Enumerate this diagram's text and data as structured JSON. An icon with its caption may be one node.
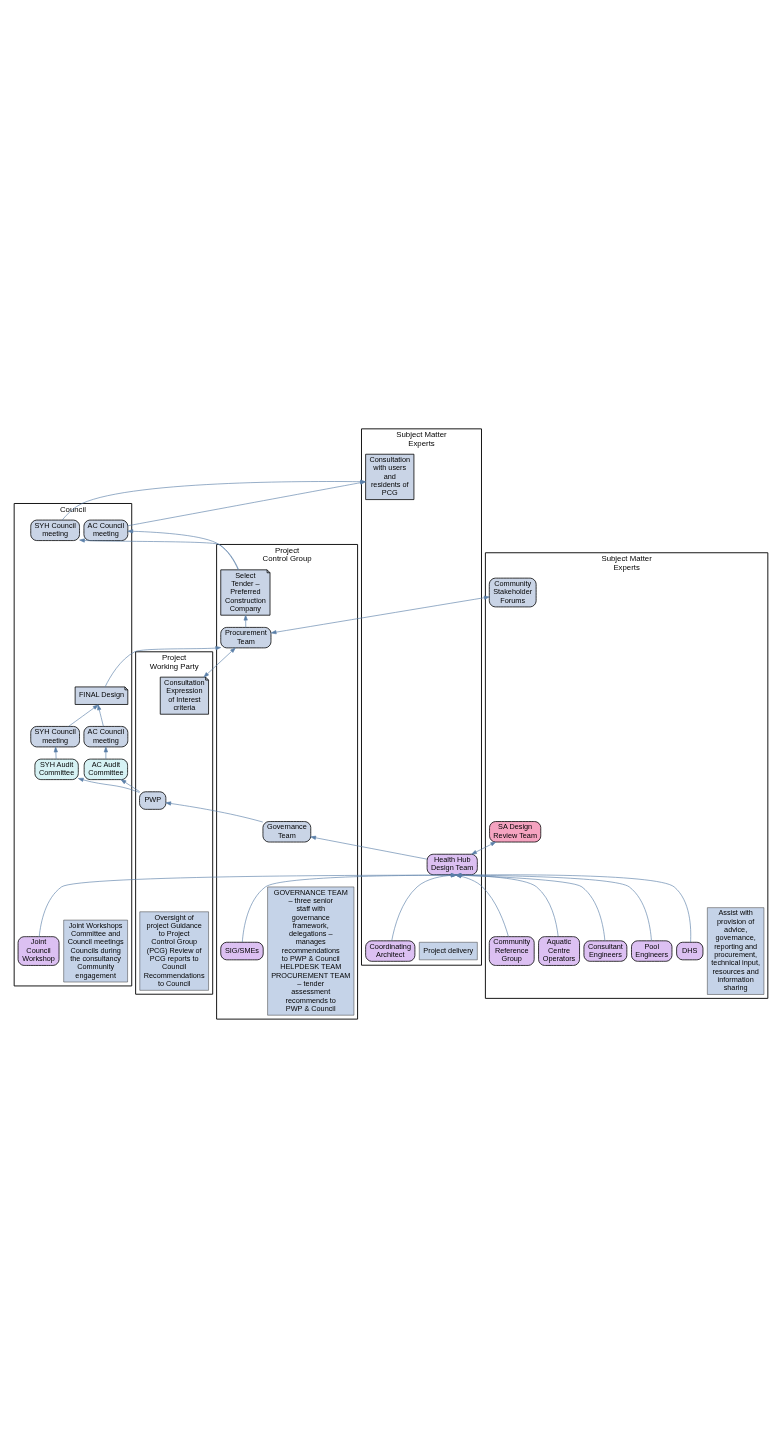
{
  "diagram": {
    "nodes": [
      {
        "text": [
          "Council"
        ]
      },
      {
        "text": [
          "Joint Workshops Committee and Council meetings Councils during the consultancy Community engagement"
        ],
        "in": 0
      },
      {
        "text": [
          "Joint Council Workshop"
        ],
        "in": 0
      },
      {
        "text": [
          "AC Audit Committee"
        ],
        "in": 0
      },
      {
        "text": [
          "SYH Audit Committee"
        ],
        "in": 0
      },
      {
        "text": [
          "AC Council meeting"
        ],
        "in": 0
      },
      {
        "text": [
          "SYH Council meeting"
        ],
        "in": 0
      },
      {
        "text": [
          "FINAL Design"
        ],
        "in": 0
      },
      {
        "text": [
          "AC Council meeting"
        ],
        "in": 0
      },
      {
        "text": [
          "SYH Council meeting"
        ],
        "in": 0
      },
      {
        "text": [
          "Project Working Party"
        ]
      },
      {
        "text": [
          "Oversight of project Guidance to Project Control Group (PCG) Review of PCG reports to Council Recommendations to Council"
        ],
        "in": 10
      },
      {
        "text": [
          "PWP"
        ],
        "in": 10
      },
      {
        "text": [
          "Consultation Expression of Interest criteria"
        ],
        "in": 10
      },
      {
        "text": [
          "Project Control Group"
        ]
      },
      {
        "text": [
          "GOVERNANCE TEAM – three senior staff with governance framework, delegations – manages recommendations to PWP & Council HELPDESK TEAM PROCUREMENT TEAM – tender assessment recommends to PWP & Council"
        ],
        "in": 14
      },
      {
        "text": [
          "SIG/SMEs"
        ],
        "in": 14
      },
      {
        "text": [
          "Governance Team"
        ],
        "in": 14
      },
      {
        "text": [
          "Procurement Team"
        ],
        "in": 14
      },
      {
        "text": [
          "Select Tender – Preferred Construction Company"
        ],
        "in": 14
      },
      {
        "text": [
          "Subject Matter Experts"
        ]
      },
      {
        "text": [
          "Project delivery"
        ],
        "in": 20
      },
      {
        "text": [
          "Coordinating Architect"
        ],
        "in": 20
      },
      {
        "text": [
          "Health Hub Design Team"
        ],
        "in": 20
      },
      {
        "text": [
          "Consultation with users and residents of PCG"
        ],
        "in": 20
      },
      {
        "text": [
          "Subject Matter Experts"
        ]
      },
      {
        "text": [
          "Assist with provision of advice, governance, reporting and procurement, technical input, resources and information sharing"
        ],
        "in": 25
      },
      {
        "text": [
          "DHS"
        ],
        "in": 25
      },
      {
        "text": [
          "Pool Engineers"
        ],
        "in": 25
      },
      {
        "text": [
          "Consultant Engineers"
        ],
        "in": 25
      },
      {
        "text": [
          "Aquatic Centre Operators"
        ],
        "in": 25
      },
      {
        "text": [
          "Community Reference Group"
        ],
        "in": 25
      },
      {
        "text": [
          "SA Design Review Team"
        ],
        "in": 25
      },
      {
        "text": [
          "Community Stakeholder Forums"
        ],
        "in": 25
      }
    ],
    "edges": [
      {
        "from": 2,
        "to": 23,
        "arrow": "to"
      },
      {
        "from": 16,
        "to": 23,
        "arrow": "to"
      },
      {
        "from": 22,
        "to": 23,
        "arrow": "to"
      },
      {
        "from": 27,
        "to": 23,
        "arrow": "to"
      },
      {
        "from": 28,
        "to": 23,
        "arrow": "to"
      },
      {
        "from": 29,
        "to": 23,
        "arrow": "to"
      },
      {
        "from": 30,
        "to": 23,
        "arrow": "to"
      },
      {
        "from": 31,
        "to": 23,
        "arrow": "to"
      },
      {
        "from": 23,
        "to": 17,
        "arrow": "to"
      },
      {
        "from": 17,
        "to": 12,
        "arrow": "to"
      },
      {
        "from": 12,
        "to": 3,
        "arrow": "to"
      },
      {
        "from": 12,
        "to": 4,
        "arrow": "to"
      },
      {
        "from": 3,
        "to": 5,
        "arrow": "to"
      },
      {
        "from": 4,
        "to": 6,
        "arrow": "to"
      },
      {
        "from": 5,
        "to": 7,
        "arrow": "to"
      },
      {
        "from": 6,
        "to": 7,
        "arrow": "to"
      },
      {
        "from": 23,
        "to": 32,
        "arrow": "both"
      },
      {
        "from": 7,
        "to": 18,
        "arrow": "to"
      },
      {
        "from": 13,
        "to": 18,
        "arrow": "both"
      },
      {
        "from": 18,
        "to": 33,
        "arrow": "both"
      },
      {
        "from": 18,
        "to": 19,
        "arrow": "to"
      },
      {
        "from": 19,
        "to": 8,
        "arrow": "to"
      },
      {
        "from": 19,
        "to": 9,
        "arrow": "to"
      },
      {
        "from": 8,
        "to": 24,
        "arrow": "to"
      },
      {
        "from": 9,
        "to": 24,
        "arrow": "to"
      }
    ]
  }
}
